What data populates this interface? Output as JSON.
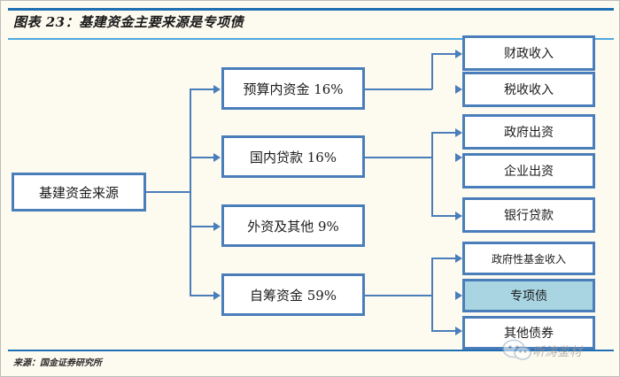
{
  "title": "图表 23：基建资金主要来源是专项债",
  "source": "来源：国金证券研究所",
  "colors": {
    "background": "#FDFAEF",
    "rule_dark": "#1F6FB5",
    "rule_light": "#4FA8DE",
    "box_border": "#4A7EBB",
    "box_fill": "#FFFFFF",
    "highlight_fill": "#A9D5E2"
  },
  "diagram": {
    "root": {
      "label": "基建资金来源"
    },
    "branches": [
      {
        "label": "预算内资金 16%",
        "children": [
          {
            "label": "财政收入",
            "highlight": false
          },
          {
            "label": "税收收入",
            "highlight": false
          }
        ]
      },
      {
        "label": "国内贷款 16%",
        "children": [
          {
            "label": "政府出资",
            "highlight": false
          },
          {
            "label": "企业出资",
            "highlight": false
          },
          {
            "label": "银行贷款",
            "highlight": false
          }
        ]
      },
      {
        "label": "外资及其他 9%",
        "children": []
      },
      {
        "label": "自筹资金 59%",
        "children": [
          {
            "label": "政府性基金收入",
            "highlight": false
          },
          {
            "label": "专项债",
            "highlight": true
          },
          {
            "label": "其他债券",
            "highlight": false
          }
        ]
      }
    ]
  },
  "watermark": {
    "text": "听涛鉴材",
    "icon": "wechat-icon"
  }
}
